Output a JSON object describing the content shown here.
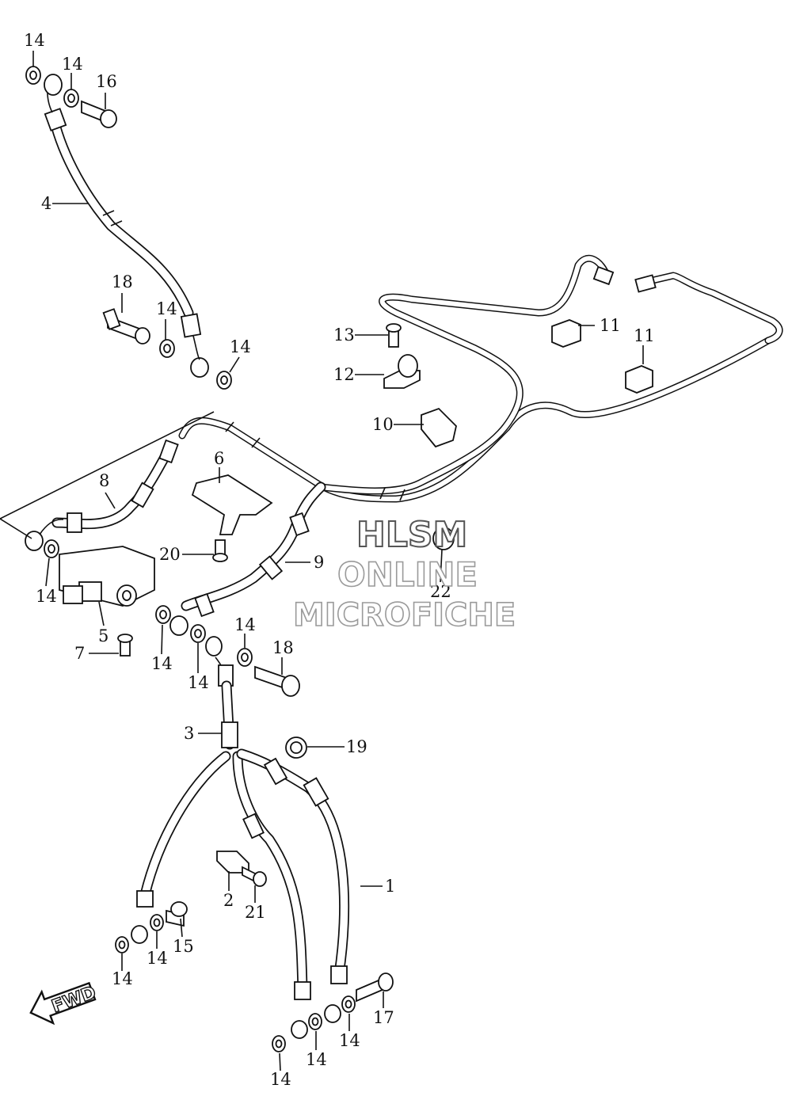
{
  "callouts": [
    {
      "id": "c1",
      "text": "14"
    },
    {
      "id": "c2",
      "text": "14"
    },
    {
      "id": "c3",
      "text": "16"
    },
    {
      "id": "c4",
      "text": "4"
    },
    {
      "id": "c5",
      "text": "18"
    },
    {
      "id": "c6",
      "text": "14"
    },
    {
      "id": "c7",
      "text": "14"
    },
    {
      "id": "c8",
      "text": "13"
    },
    {
      "id": "c9",
      "text": "11"
    },
    {
      "id": "c10",
      "text": "11"
    },
    {
      "id": "c11",
      "text": "12"
    },
    {
      "id": "c12",
      "text": "10"
    },
    {
      "id": "c13",
      "text": "6"
    },
    {
      "id": "c14",
      "text": "8"
    },
    {
      "id": "c15",
      "text": "20"
    },
    {
      "id": "c16",
      "text": "9"
    },
    {
      "id": "c17",
      "text": "22"
    },
    {
      "id": "c18",
      "text": "14"
    },
    {
      "id": "c19",
      "text": "5"
    },
    {
      "id": "c20",
      "text": "7"
    },
    {
      "id": "c21",
      "text": "14"
    },
    {
      "id": "c22",
      "text": "14"
    },
    {
      "id": "c23",
      "text": "14"
    },
    {
      "id": "c24",
      "text": "18"
    },
    {
      "id": "c25",
      "text": "3"
    },
    {
      "id": "c26",
      "text": "19"
    },
    {
      "id": "c27",
      "text": "1"
    },
    {
      "id": "c28",
      "text": "2"
    },
    {
      "id": "c29",
      "text": "21"
    },
    {
      "id": "c30",
      "text": "15"
    },
    {
      "id": "c31",
      "text": "14"
    },
    {
      "id": "c32",
      "text": "14"
    },
    {
      "id": "c33",
      "text": "17"
    },
    {
      "id": "c34",
      "text": "14"
    },
    {
      "id": "c35",
      "text": "14"
    },
    {
      "id": "c36",
      "text": "14"
    }
  ],
  "watermark": {
    "line1": "HLSM",
    "line2": "ONLINE",
    "line3": "MICROFICHE"
  },
  "fwd_badge": {
    "text": "FWD"
  },
  "colors": {
    "ink": "#111111",
    "watermark": "#9a9a9a",
    "background": "#ffffff"
  }
}
